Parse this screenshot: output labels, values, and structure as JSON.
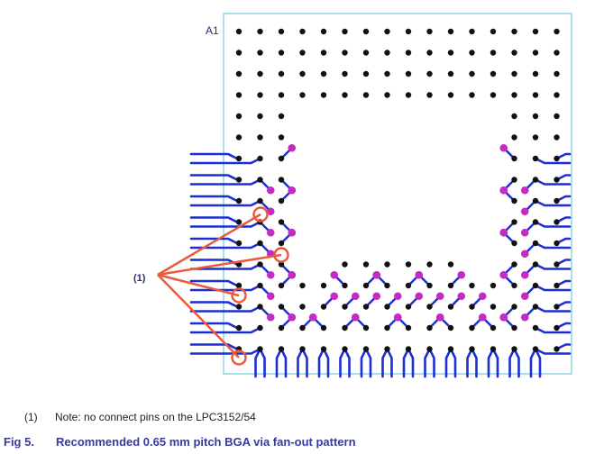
{
  "diagram": {
    "corner_label": "A1",
    "callout_label": "(1)",
    "colors": {
      "outline": "#8fd3e8",
      "ball": "#111111",
      "trace": "#1c2fd1",
      "via": "#c42bc4",
      "callout": "#ea5a3c",
      "label": "#2b2b7a"
    }
  },
  "note": {
    "number": "(1)",
    "text": "Note: no connect pins on the LPC3152/54"
  },
  "caption": {
    "fig_label": "Fig 5.",
    "title": "Recommended 0.65 mm pitch BGA via fan-out pattern"
  }
}
